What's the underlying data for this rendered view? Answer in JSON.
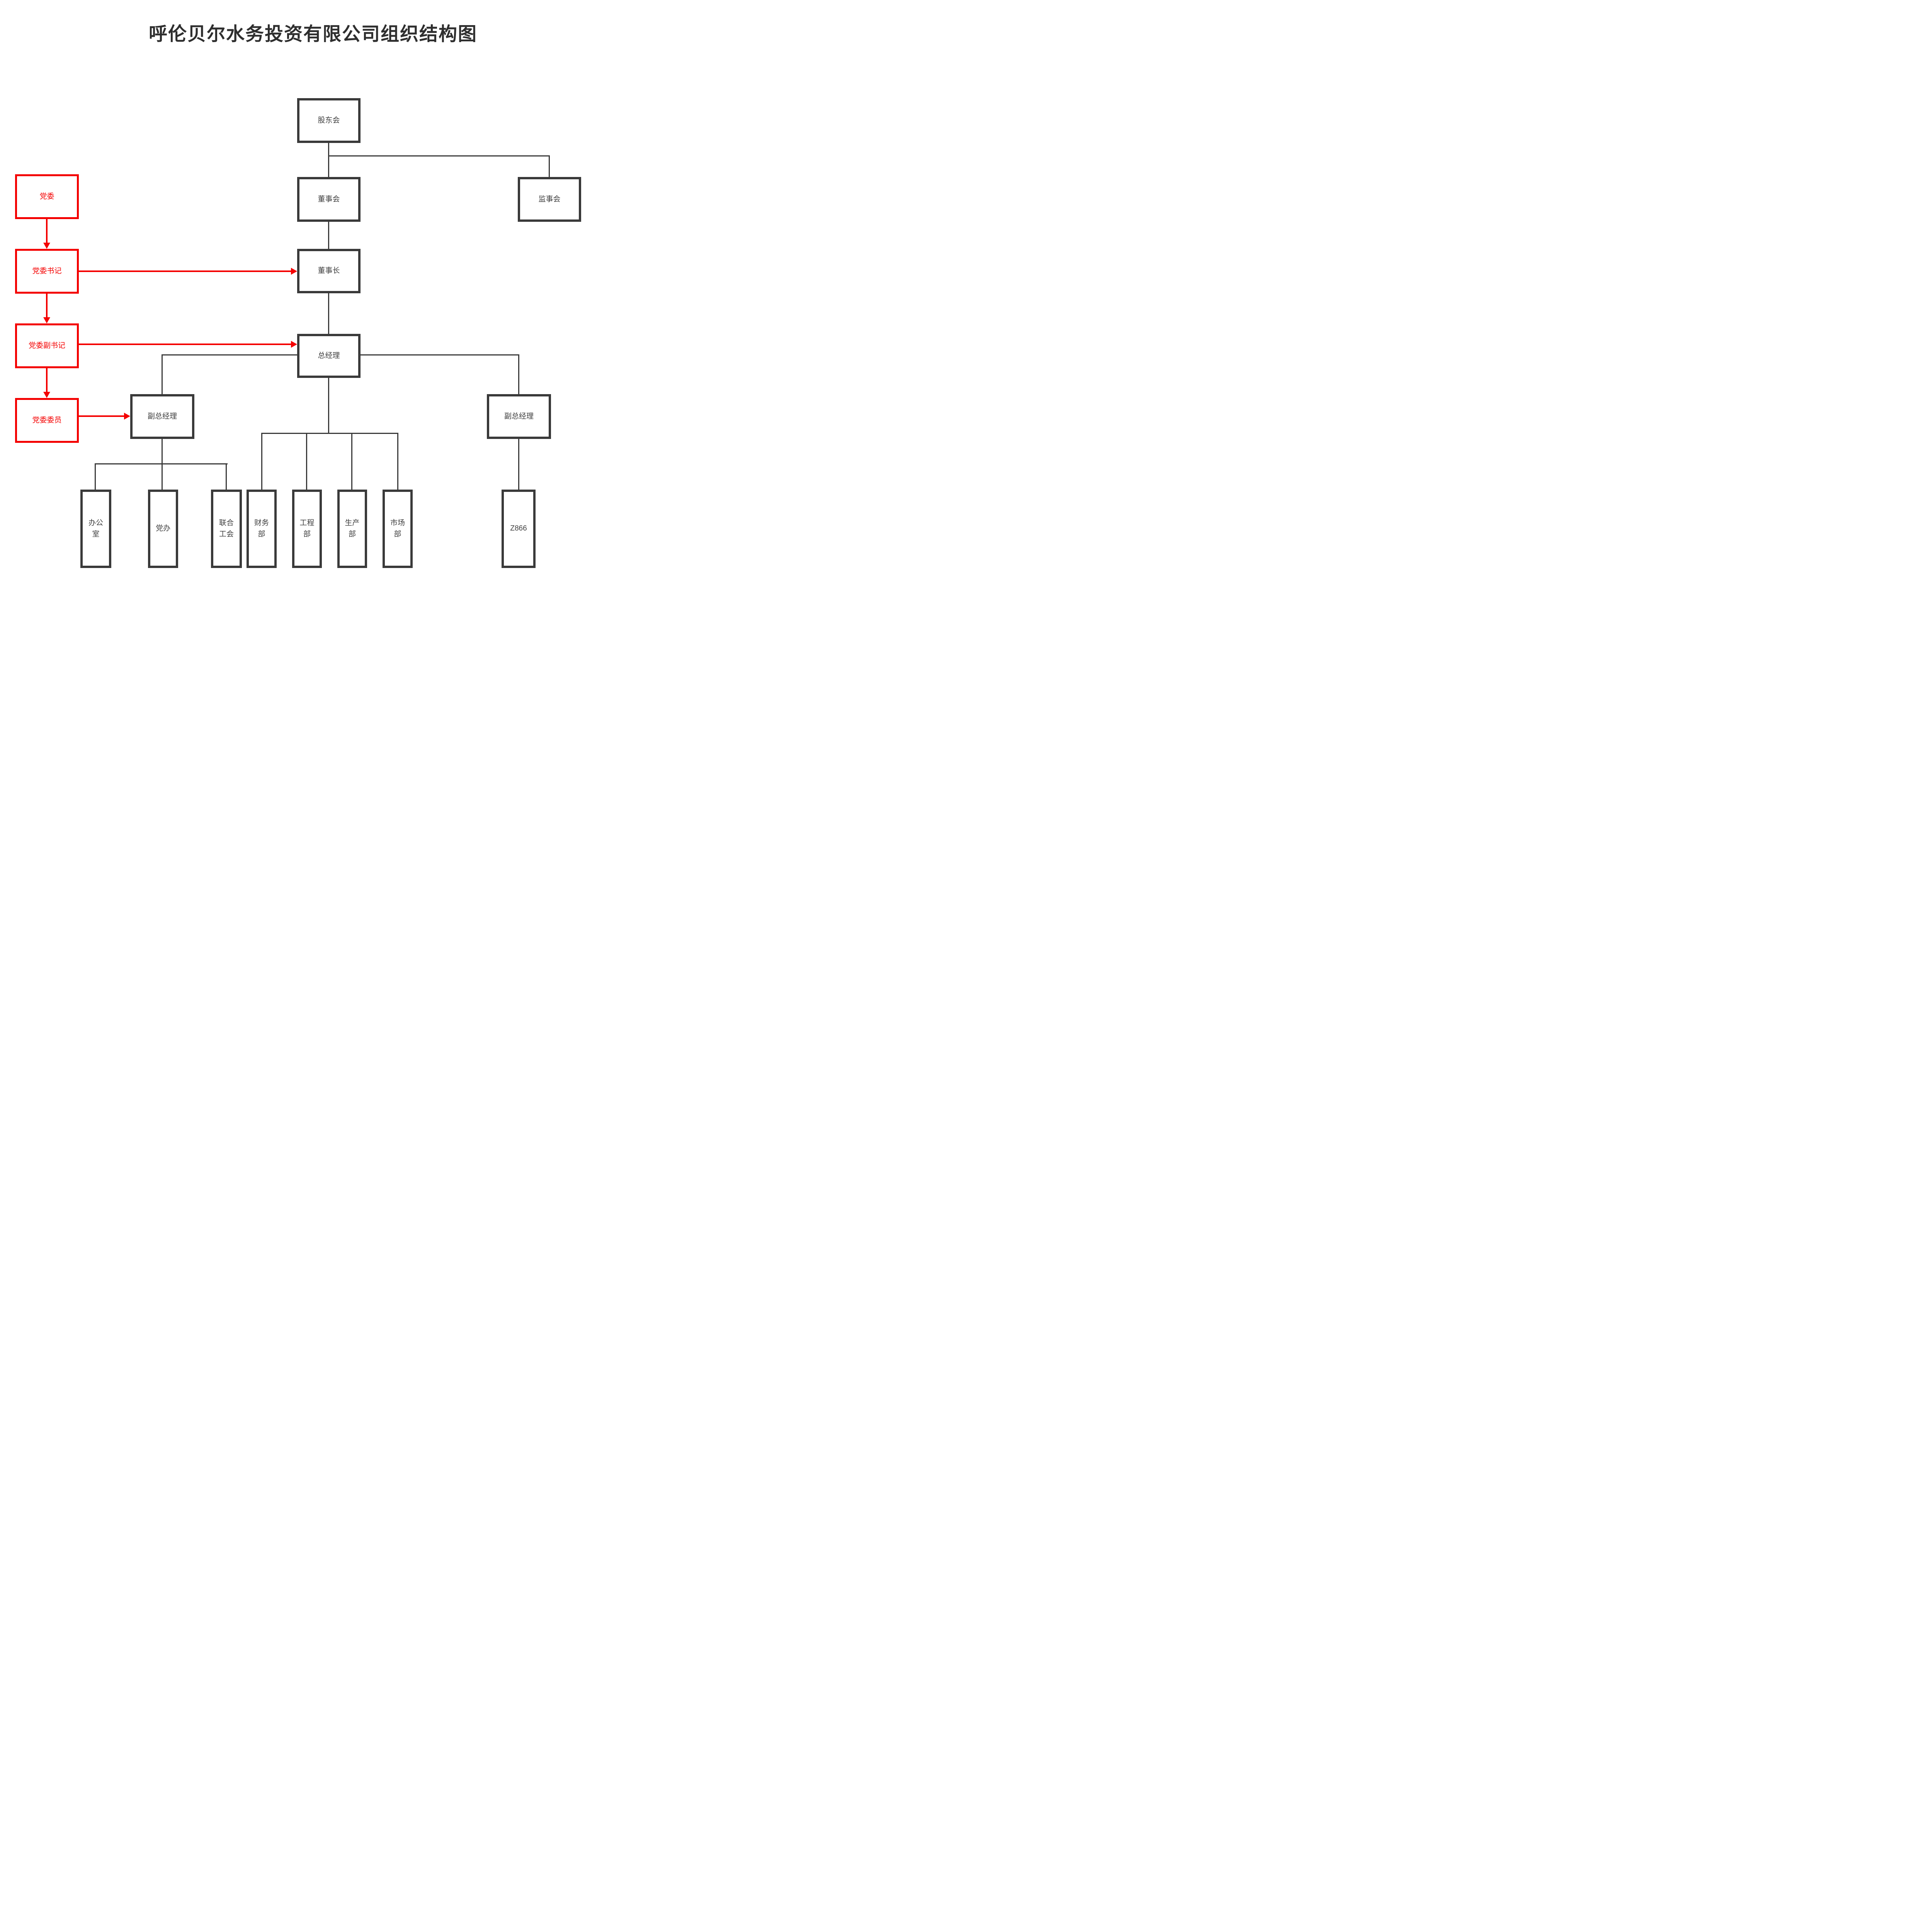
{
  "title": "呼伦贝尔水务投资有限公司组织结构图",
  "colors": {
    "red": "#f40000",
    "dark": "#3a3a3a",
    "text": "#404040",
    "title": "#2e2e2e"
  },
  "nodes": {
    "shareholders": "股东会",
    "board": "董事会",
    "supervisory": "监事会",
    "chairman": "董事长",
    "gm": "总经理",
    "party_committee": "党委",
    "party_secretary": "党委书记",
    "party_deputy_secretary": "党委副书记",
    "party_member": "党委委员",
    "vgm_left": "副总经理",
    "vgm_right": "副总经理",
    "office": "办公室",
    "party_office": "党办",
    "union": "联合工会",
    "finance": "财务部",
    "engineering": "工程部",
    "production": "生产部",
    "market": "市场部",
    "z866": "Z866"
  }
}
